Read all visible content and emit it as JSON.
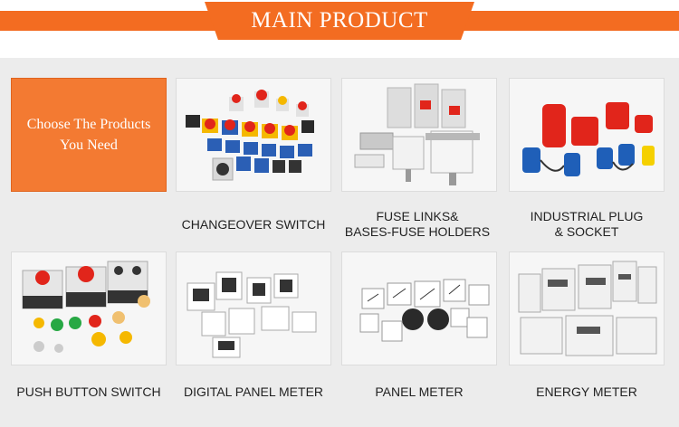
{
  "banner": {
    "title": "MAIN PRODUCT"
  },
  "intro": {
    "line1": "Choose The Products",
    "line2": "You Need"
  },
  "products": [
    {
      "label_line1": "CHANGEOVER SWITCH",
      "label_line2": ""
    },
    {
      "label_line1": "FUSE LINKS&",
      "label_line2": "BASES-FUSE HOLDERS"
    },
    {
      "label_line1": "INDUSTRIAL PLUG",
      "label_line2": "& SOCKET"
    },
    {
      "label_line1": "PUSH BUTTON SWITCH",
      "label_line2": ""
    },
    {
      "label_line1": "DIGITAL PANEL METER",
      "label_line2": ""
    },
    {
      "label_line1": "PANEL METER",
      "label_line2": ""
    },
    {
      "label_line1": "ENERGY METER",
      "label_line2": ""
    }
  ],
  "colors": {
    "accent": "#f36c21",
    "panel": "#ececec"
  }
}
